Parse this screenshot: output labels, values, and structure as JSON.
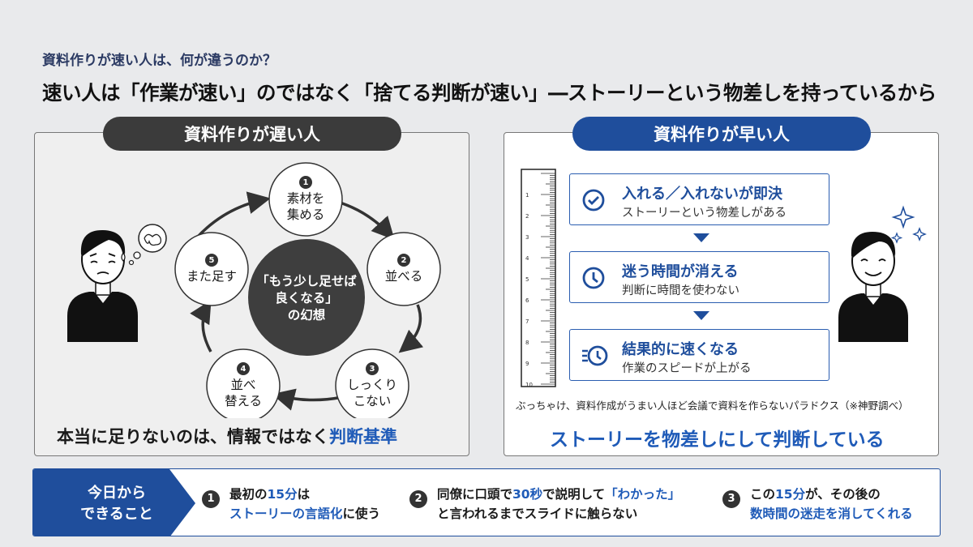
{
  "subtitle": "資料作りが速い人は、何が違うのか？",
  "headline": "速い人は「作業が速い」のではなく「捨てる判断が速い」―ストーリーという物差しを持っているから",
  "left": {
    "pill": "資料作りが遅い人",
    "center_lines": [
      "「もう少し足せば",
      "良くなる」",
      "の幻想"
    ],
    "cycle": [
      {
        "num": "1",
        "lines": [
          "素材を",
          "集める"
        ]
      },
      {
        "num": "2",
        "lines": [
          "並べる"
        ]
      },
      {
        "num": "3",
        "lines": [
          "しっくり",
          "こない"
        ]
      },
      {
        "num": "4",
        "lines": [
          "並べ",
          "替える"
        ]
      },
      {
        "num": "5",
        "lines": [
          "また足す"
        ]
      }
    ],
    "bottom_pre": "本当に足りないのは、情報ではなく",
    "bottom_hl": "判断基準"
  },
  "right": {
    "pill": "資料作りが早い人",
    "cards": [
      {
        "title": "入れる／入れないが即決",
        "sub": "ストーリーという物差しがある",
        "icon": "check-circle-icon"
      },
      {
        "title": "迷う時間が消える",
        "sub": "判断に時間を使わない",
        "icon": "clock-icon"
      },
      {
        "title": "結果的に速くなる",
        "sub": "作業のスピードが上がる",
        "icon": "fast-clock-icon"
      }
    ],
    "footnote": "ぶっちゃけ、資料作成がうまい人ほど会議で資料を作らないパラドクス（※神野調べ）",
    "bottom": "ストーリーを物差しにして判断している",
    "ruler_labels": [
      "1",
      "2",
      "3",
      "4",
      "5",
      "6",
      "7",
      "8",
      "9",
      "10"
    ]
  },
  "bar": {
    "tag_lines": [
      "今日から",
      "できること"
    ],
    "steps": [
      {
        "num": "1",
        "l1_pre": "最初の",
        "l1_hl": "15分",
        "l1_post": "は",
        "l2_hl": "ストーリーの言語化",
        "l2_post": "に使う"
      },
      {
        "num": "2",
        "l1_pre": "同僚に口頭で",
        "l1_hl": "30秒",
        "l1_mid": "で説明して",
        "l1_hl2": "「わかった」",
        "l2_post": "と言われるまでスライドに触らない"
      },
      {
        "num": "3",
        "l1_pre": "この",
        "l1_hl": "15分",
        "l1_post": "が、その後の",
        "l2_hl": "数時間の迷走を消してくれる"
      }
    ]
  },
  "colors": {
    "accent": "#1f4e9c",
    "dark": "#3b3b3b",
    "highlight": "#1f5bb8"
  }
}
